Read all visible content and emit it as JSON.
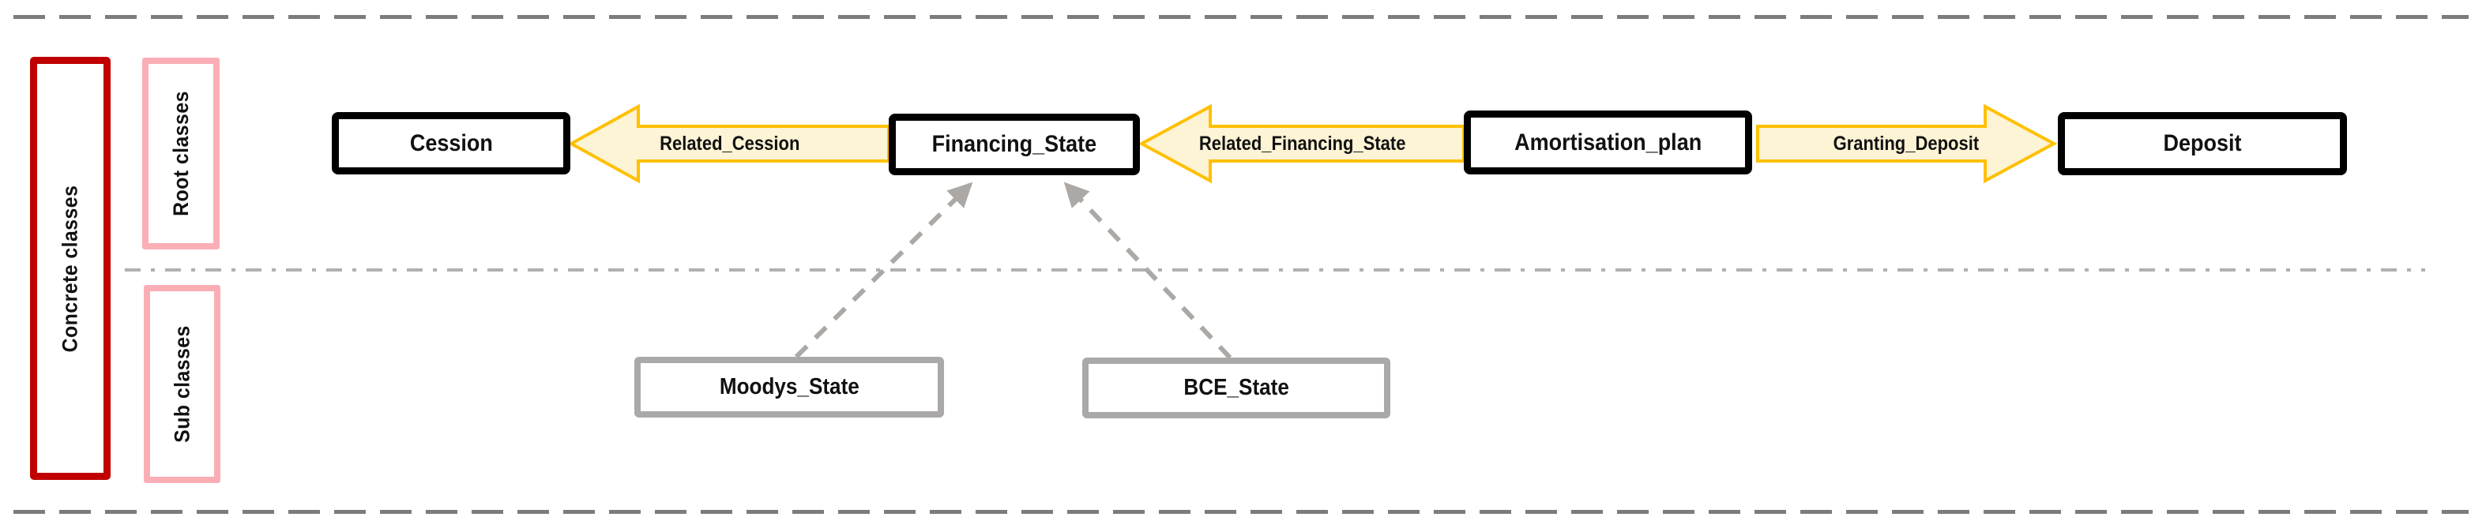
{
  "lanes": {
    "concrete_label": "Concrete classes",
    "root_label": "Root classes",
    "sub_label": "Sub classes"
  },
  "nodes": {
    "root_classes": [
      {
        "label": "Cession"
      },
      {
        "label": "Financing_State"
      },
      {
        "label": "Amortisation_plan"
      },
      {
        "label": "Deposit"
      }
    ],
    "sub_classes": [
      {
        "label": "Moodys_State"
      },
      {
        "label": "BCE_State"
      }
    ]
  },
  "relations": [
    {
      "label": "Related_Cession",
      "from": "Financing_State",
      "to": "Cession",
      "arrow_direction": "left"
    },
    {
      "label": "Related_Financing_State",
      "from": "Amortisation_plan",
      "to": "Financing_State",
      "arrow_direction": "left"
    },
    {
      "label": "Granting_Deposit",
      "from": "Amortisation_plan",
      "to": "Deposit",
      "arrow_direction": "right"
    }
  ],
  "inheritance": [
    {
      "from": "Moodys_State",
      "to": "Financing_State",
      "style": "dashed-gray-arrow"
    },
    {
      "from": "BCE_State",
      "to": "Financing_State",
      "style": "dashed-gray-arrow"
    }
  ],
  "colors": {
    "concrete_lane_border": "#c00000",
    "lane_border_pink": "#fbaeb6",
    "root_class_border": "#000000",
    "sub_class_border": "#aba8a8",
    "relation_arrow_border": "#ffc000",
    "relation_arrow_fill": "#fdf3d5",
    "boundary_dash": "#7c7c7c",
    "divider_dash": "#b0b0b0",
    "inherit_dash": "#aba8a5"
  }
}
